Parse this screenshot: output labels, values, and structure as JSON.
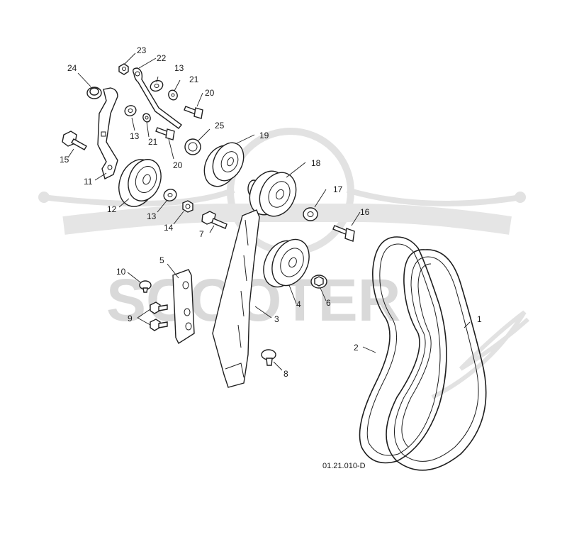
{
  "diagram": {
    "drawing_code": "01.21.010-D",
    "callouts": [
      "1",
      "2",
      "3",
      "4",
      "5",
      "6",
      "7",
      "8",
      "9",
      "10",
      "11",
      "12",
      "13",
      "13",
      "13",
      "14",
      "15",
      "16",
      "17",
      "18",
      "19",
      "20",
      "20",
      "21",
      "21",
      "22",
      "23",
      "24",
      "25"
    ]
  },
  "watermark": {
    "text": "SCOOTER"
  },
  "colors": {
    "line": "#1e1e1e",
    "watermark": "#d9d9d9",
    "background": "#ffffff"
  }
}
